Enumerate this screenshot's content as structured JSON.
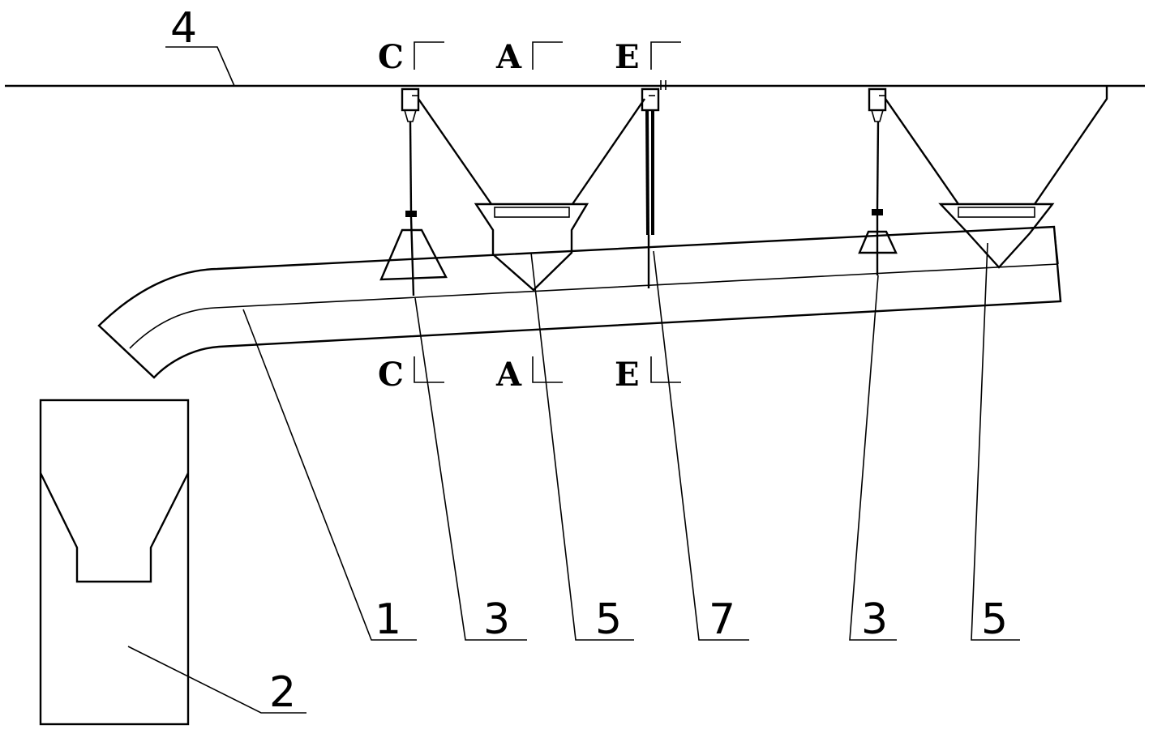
{
  "section_marks": {
    "c_top": "C",
    "a_top": "A",
    "e_top": "E",
    "c_bottom": "C",
    "a_bottom": "A",
    "e_bottom": "E"
  },
  "part_labels": {
    "rail": "4",
    "chute": "1",
    "spray_left": "3",
    "hopper_left": "5",
    "rod": "7",
    "spray_right": "3",
    "hopper_right": "5",
    "bin": "2"
  }
}
